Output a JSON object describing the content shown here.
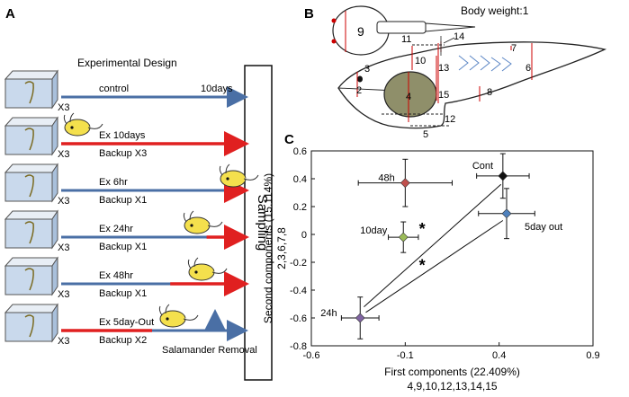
{
  "panels": {
    "a": "A",
    "b": "B",
    "c": "C"
  },
  "design": {
    "title": "Experimental  Design",
    "sampling": "Sampling",
    "multiplier": "X3",
    "days_end": "10days",
    "rows": [
      {
        "label": "control",
        "backup": "",
        "red_to": 0,
        "larva": false,
        "removal": false
      },
      {
        "label": "Ex 10days",
        "backup": "Backup X3",
        "red_to": 1,
        "larva": true,
        "removal": false
      },
      {
        "label": "Ex 6hr",
        "backup": "Backup X1",
        "red_to": 0.05,
        "larva": true,
        "removal": false
      },
      {
        "label": "Ex 24hr",
        "backup": "Backup X1",
        "red_to": 0.2,
        "larva": true,
        "removal": false
      },
      {
        "label": "Ex 48hr",
        "backup": "Backup X1",
        "red_to": 0.4,
        "larva": true,
        "removal": false
      },
      {
        "label": "Ex 5day-Out",
        "backup": "Backup X2",
        "red_to": 0.5,
        "larva": true,
        "removal": true
      }
    ],
    "removal_label": "Salamander Removal"
  },
  "tadpole": {
    "body_weight": "Body weight:1",
    "measures": [
      "2",
      "3",
      "4",
      "5",
      "6",
      "7",
      "8",
      "9",
      "10",
      "11",
      "12",
      "13",
      "14",
      "15"
    ]
  },
  "chart_data": {
    "type": "scatter",
    "xlabel": "First components (22.409%)",
    "xlabel2": "4,9,10,12,13,14,15",
    "ylabel": "Second components (15.114%)",
    "ylabel2": "2,3,6,7,8",
    "xlim": [
      -0.6,
      0.9
    ],
    "ylim": [
      -0.8,
      0.6
    ],
    "xticks": [
      "-0.6",
      "-0.1",
      "0.4",
      "0.9"
    ],
    "yticks": [
      "0.6",
      "0.4",
      "0.2",
      "0",
      "-0.2",
      "-0.4",
      "-0.6",
      "-0.8"
    ],
    "points": [
      {
        "label": "Cont",
        "x": 0.42,
        "y": 0.42,
        "xerr": 0.14,
        "yerr": 0.16,
        "color": "#111111"
      },
      {
        "label": "48h",
        "x": -0.1,
        "y": 0.37,
        "xerr": 0.25,
        "yerr": 0.17,
        "color": "#c0504d"
      },
      {
        "label": "10day",
        "x": -0.11,
        "y": -0.02,
        "xerr": 0.08,
        "yerr": 0.11,
        "color": "#9bbb59"
      },
      {
        "label": "5day out",
        "x": 0.44,
        "y": 0.15,
        "xerr": 0.15,
        "yerr": 0.18,
        "color": "#4f81bd"
      },
      {
        "label": "24h",
        "x": -0.34,
        "y": -0.6,
        "xerr": 0.1,
        "yerr": 0.15,
        "color": "#8064a2"
      }
    ],
    "significance": [
      "*",
      "*"
    ]
  }
}
